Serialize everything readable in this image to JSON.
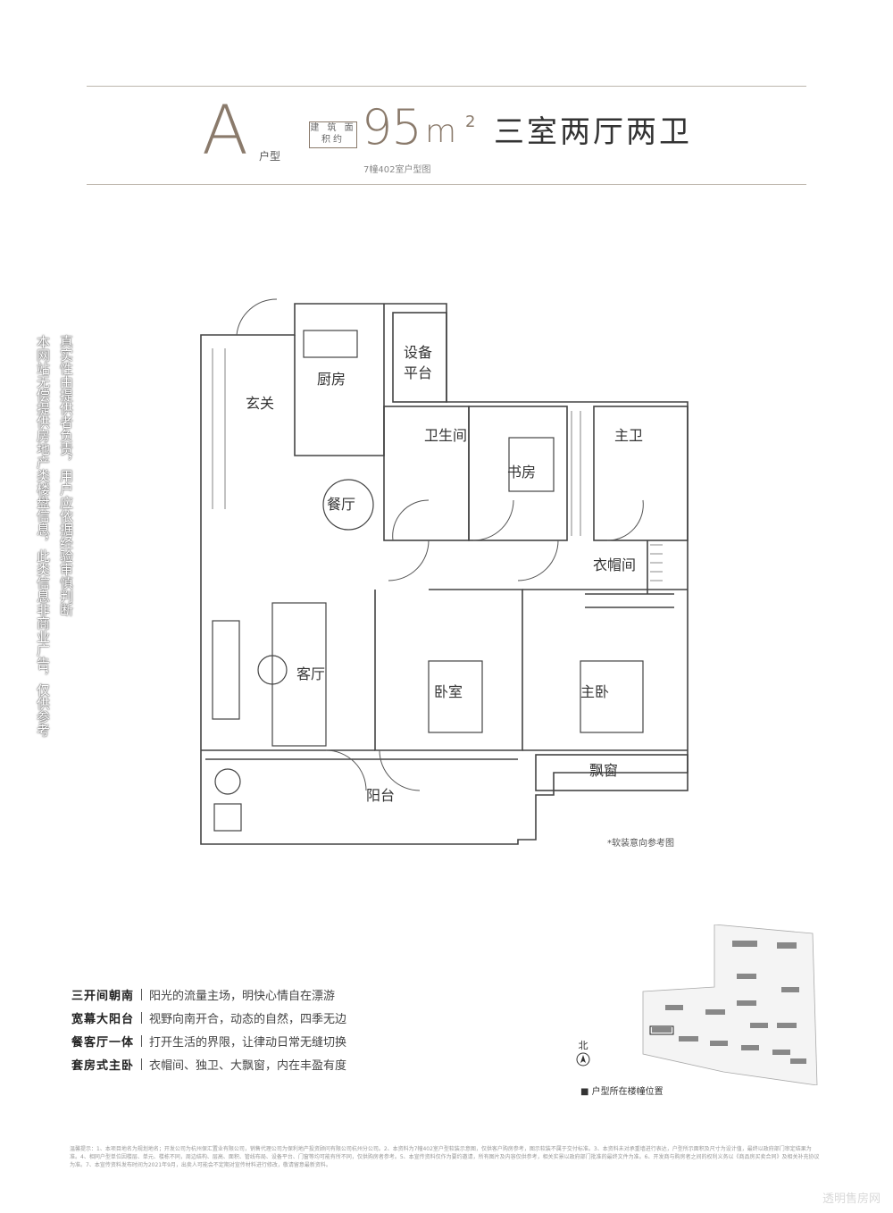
{
  "header": {
    "unit_letter": "A",
    "unit_suffix": "户型",
    "area_label": "建 筑 面积约",
    "area_value": "95",
    "area_unit": "m",
    "area_sup": "2",
    "layout": "三室两厅两卫",
    "plan_note": "7幢402室户型图"
  },
  "rooms": {
    "entry": "玄关",
    "kitchen": "厨房",
    "equipment_line1": "设备",
    "equipment_line2": "平台",
    "bathroom": "卫生间",
    "study": "书房",
    "master_bath": "主卫",
    "dining": "餐厅",
    "closet": "衣帽间",
    "living": "客厅",
    "bedroom": "卧室",
    "master_bedroom": "主卧",
    "bay_window": "飘窗",
    "balcony": "阳台"
  },
  "notices": {
    "left_col": "本网站无偿提供房地产类楼盘信息，此类信息非商业广告，仅供参考",
    "right_col": "真实性由提供者负责，用户应依据经验审慎判断",
    "soft_note": "*软装意向参考图"
  },
  "features": [
    {
      "title": "三开间朝南",
      "desc": "阳光的流量主场，明快心情自在漂游"
    },
    {
      "title": "宽幕大阳台",
      "desc": "视野向南开合，动态的自然，四季无边"
    },
    {
      "title": "餐客厅一体",
      "desc": "打开生活的界限，让律动日常无缝切换"
    },
    {
      "title": "套房式主卧",
      "desc": "衣帽间、独卫、大飘窗，内在丰盈有度"
    }
  ],
  "site": {
    "north": "北",
    "location_label": "■ 户型所在楼幢位置"
  },
  "disclaimer": "温馨提示：1、本项目地名为规划地名；开发公司为杭州保汇置业有限公司，销售代理公司为保利地产投资顾问有限公司杭州分公司。2、本资料为7幢402室户型软装示意图，仅供客户购房参考，图示软装不属于交付标准。3、本资料未对承重墙进行表达，户型所示面积及尺寸为设计值，最终以政府部门审定结果为准。4、相同户型单位因楼层、单元、楼栋不同，周边结构、层高、面积、管线布局、设备平台、门窗等均可能有所不同，仅供购房者参考。5、本宣传资料仅作为要约邀请，所有图片及内容仅供参考，相关实景以政府部门批准的最终文件为准。6、开发商与购房者之间的权利义务以《商品房买卖合同》及相关补充协议为准。7、本宣传资料发布时间为2021年9月，出卖人可能会不定期对宣传材料进行修改，敬请留意最新资料。",
  "watermark": "透明售房网"
}
